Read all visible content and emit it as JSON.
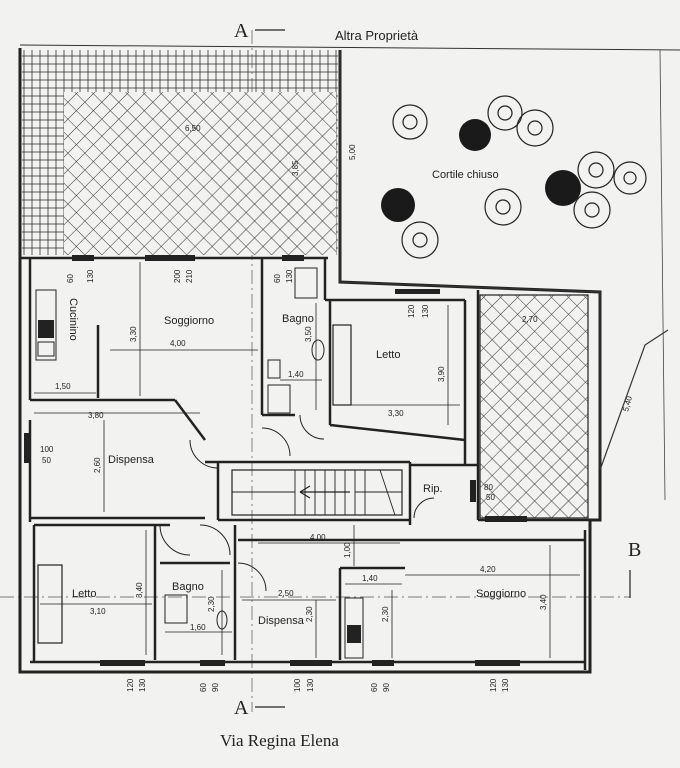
{
  "header": {
    "neighbor_label": "Altra Proprietà"
  },
  "footer": {
    "street_label": "Via Regina Elena"
  },
  "sections": {
    "a_top": "A",
    "a_bottom": "A",
    "b": "B"
  },
  "rooms": {
    "upper": {
      "kitchen": "Cucinino",
      "living": "Soggiorno",
      "bath": "Bagno",
      "bedroom": "Letto",
      "pantry": "Dispensa",
      "storage": "Rip.",
      "courtyard": "Cortile chiuso"
    },
    "lower": {
      "bedroom": "Letto",
      "bath": "Bagno",
      "pantry": "Dispensa",
      "living": "Soggiorno"
    }
  },
  "dimensions": {
    "terrace_width": "6,50",
    "terrace_height": "3,85",
    "courtyard_height": "5,00",
    "living_top_height": "3,30",
    "living_top_width": "4,00",
    "kitchen_width": "1,50",
    "bath_height": "3,50",
    "bath_width": "1,40",
    "bed_top_height": "3,90",
    "bed_top_width": "3,30",
    "right_terrace_width": "2,70",
    "side_length": "5,40",
    "pantry_width": "3,80",
    "pantry_height": "2,60",
    "window_100": "100",
    "window_50": "50",
    "hall_width": "4,00",
    "hall_height": "1,00",
    "bed_low_height": "3,40",
    "bed_low_width": "3,10",
    "bath_low_height": "2,30",
    "bath_low_width": "1,60",
    "pantry_low_width": "2,50",
    "pantry_low_height": "2,30",
    "kitchenette_width": "1,40",
    "kitchenette_height": "2,30",
    "living_low_width": "4,20",
    "living_low_height": "3,40",
    "rip_80": "80",
    "rip_50": "50",
    "win_60": "60",
    "win_130": "130",
    "win_200": "200",
    "win_210": "210",
    "win_120": "120",
    "win_90": "90"
  }
}
